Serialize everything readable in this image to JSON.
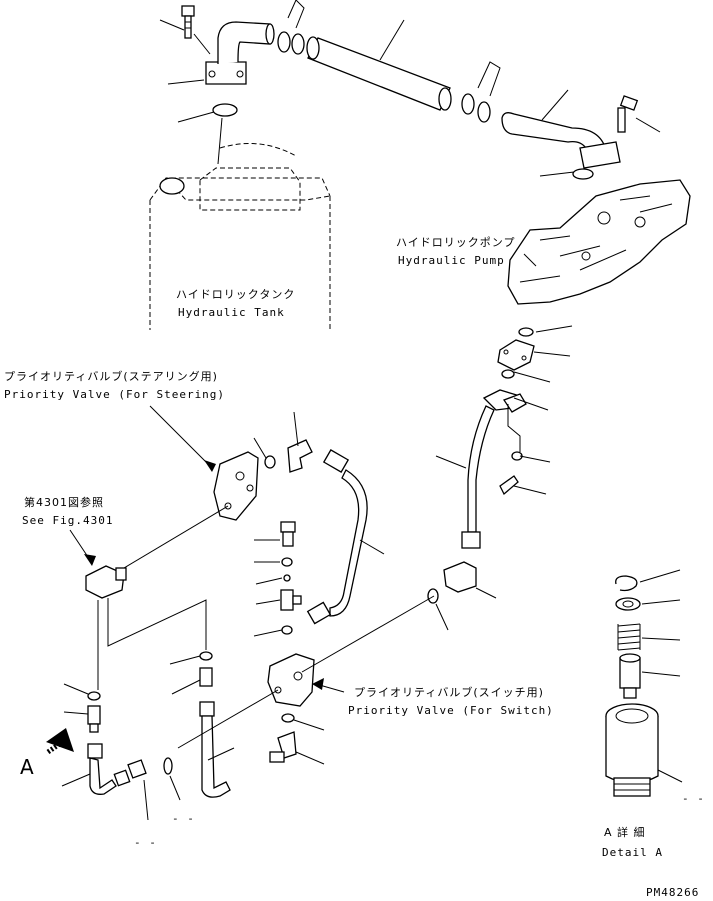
{
  "labels": {
    "hydraulic_tank_jp": "ハイドロリックタンク",
    "hydraulic_tank_en": "Hydraulic Tank",
    "hydraulic_pump_jp": "ハイドロリックポンプ",
    "hydraulic_pump_en": "Hydraulic Pump",
    "priority_steering_jp": "プライオリティバルブ(ステアリング用)",
    "priority_steering_en": "Priority Valve (For Steering)",
    "see_fig_jp": "第4301図参照",
    "see_fig_en": "See Fig.4301",
    "priority_switch_jp": "プライオリティバルブ(スイッチ用)",
    "priority_switch_en": "Priority Valve (For Switch)",
    "view_arrow": "A",
    "detail_jp": "A 詳 細",
    "detail_en": "Detail A",
    "dash_marks": "- -",
    "dash_marks_2": "- -",
    "dash_marks_3": "- -",
    "drawing_no": "PM48266"
  }
}
